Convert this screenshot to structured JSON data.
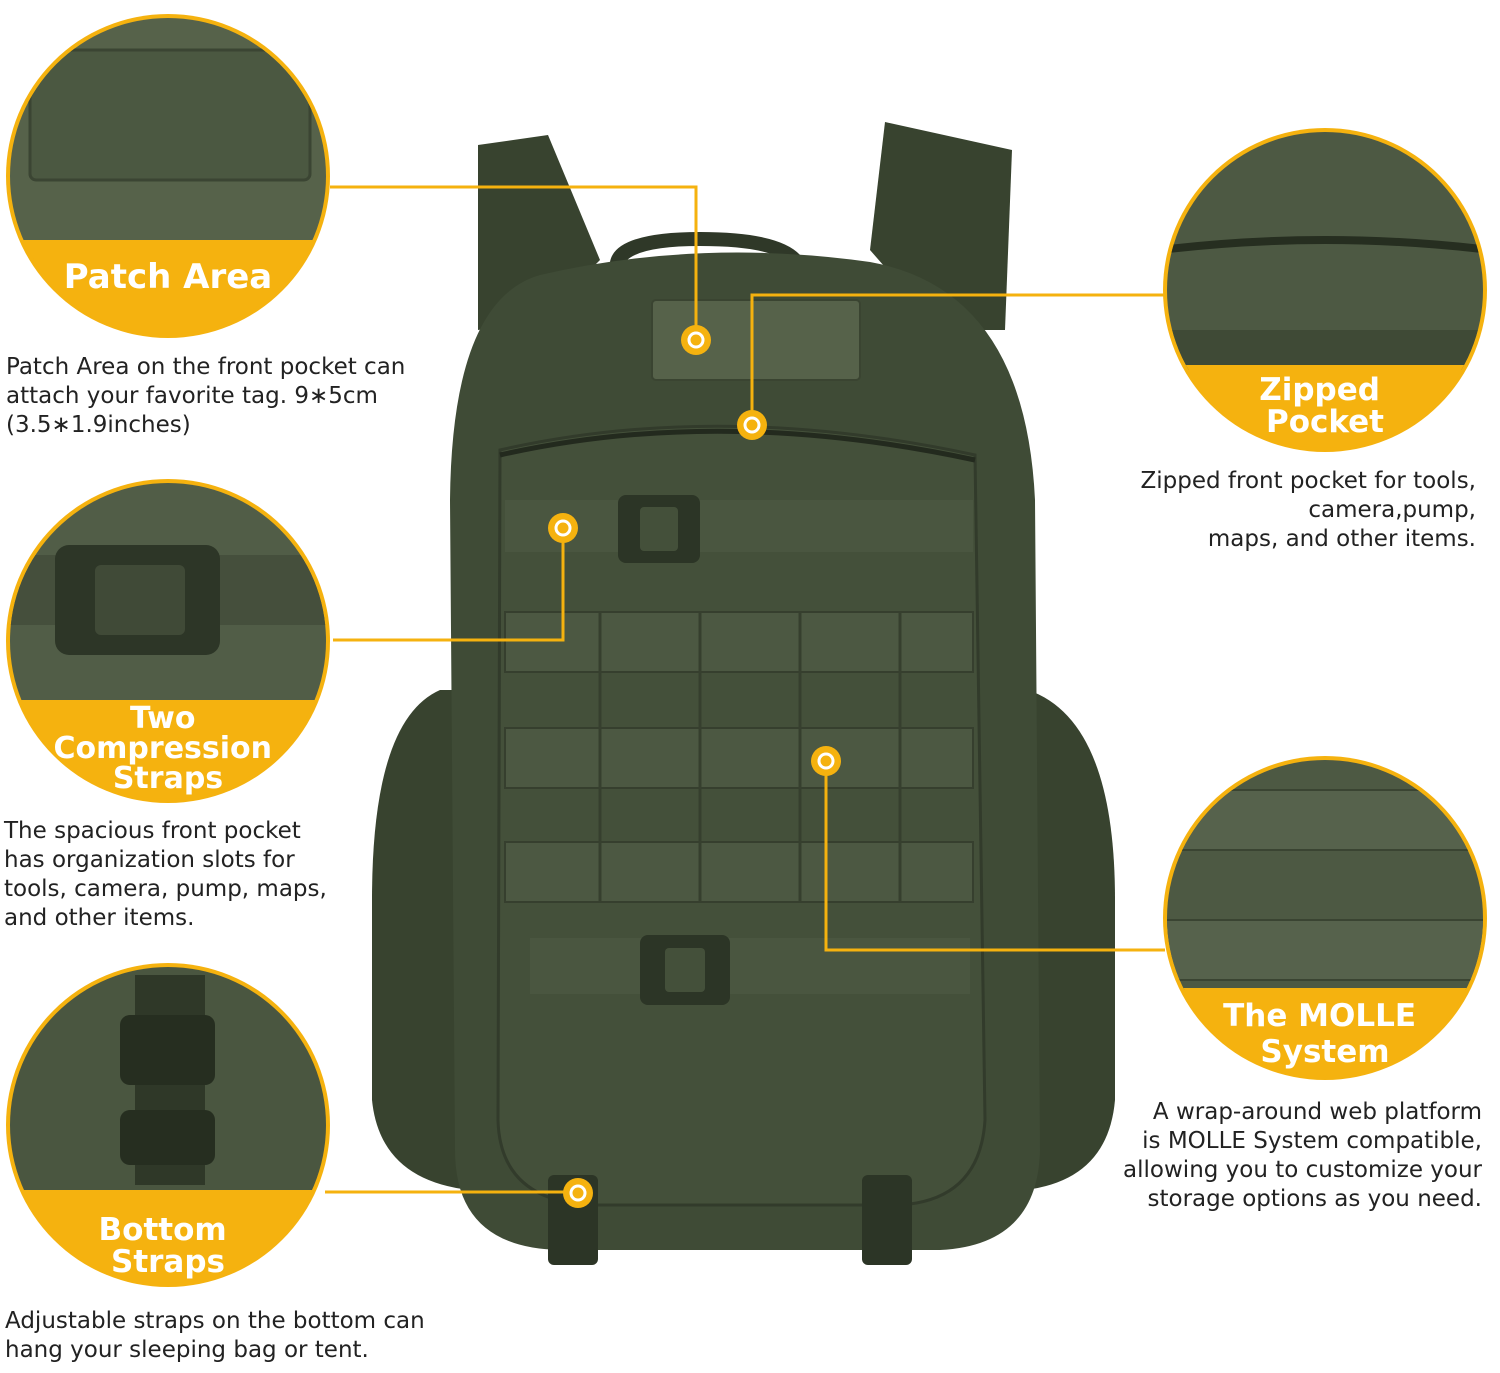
{
  "colors": {
    "accent": "#f5b20f",
    "bag_green": "#3f4b36",
    "text": "#222222"
  },
  "features": [
    {
      "id": "patch-area",
      "title_lines": [
        "Patch Area"
      ],
      "description": "Patch Area on the front pocket can\nattach your favorite tag. 9∗5cm\n(3.5∗1.9inches)"
    },
    {
      "id": "compression-straps",
      "title_lines": [
        "Two",
        "Compression",
        "Straps"
      ],
      "description": "The spacious front pocket\nhas organization slots for\ntools, camera, pump, maps,\nand other items."
    },
    {
      "id": "bottom-straps",
      "title_lines": [
        "Bottom",
        "Straps"
      ],
      "description": "Adjustable straps on the bottom can\nhang your sleeping bag or tent."
    },
    {
      "id": "zipped-pocket",
      "title_lines": [
        "Zipped",
        "Pocket"
      ],
      "description": "Zipped front pocket for tools,\ncamera,pump,\nmaps, and other items."
    },
    {
      "id": "molle-system",
      "title_lines": [
        "The MOLLE",
        "System"
      ],
      "description": "A wrap-around web platform\nis MOLLE System compatible,\nallowing you to customize your\nstorage options as you need."
    }
  ]
}
